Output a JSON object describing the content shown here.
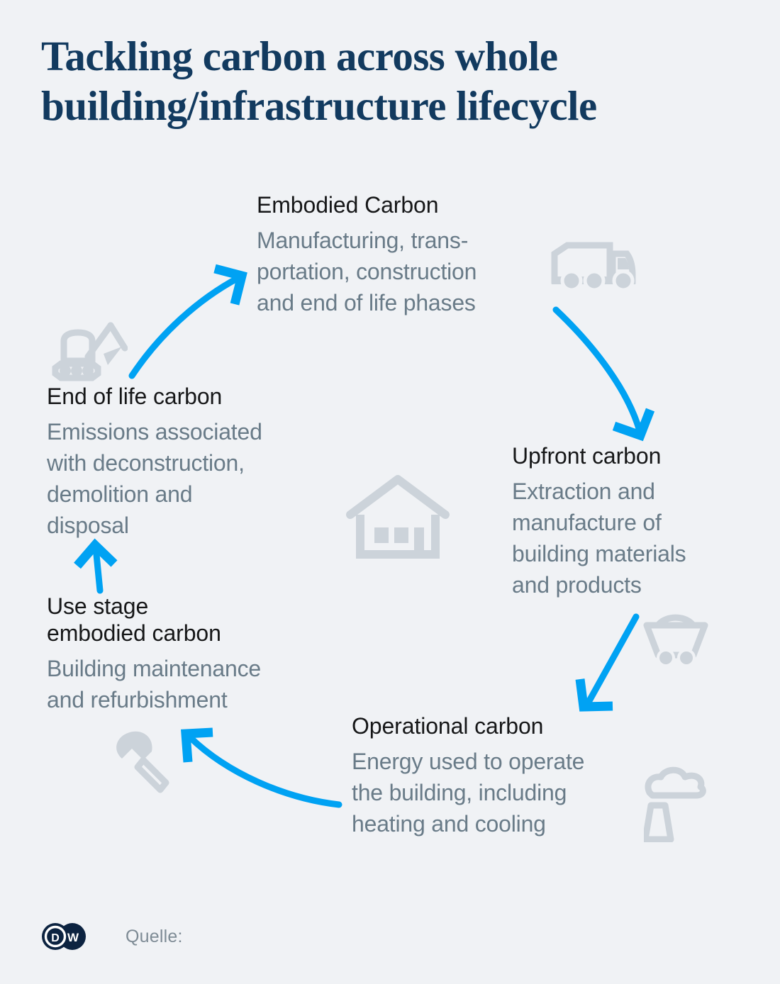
{
  "title": "Tackling carbon across whole\nbuilding/infrastructure lifecycle",
  "colors": {
    "background": "#f0f2f5",
    "title": "#123a5f",
    "heading": "#161718",
    "body_text": "#697b88",
    "arrow_blue": "#00a2f3",
    "icon_gray": "#ccd3da",
    "logo_navy": "#0c2340"
  },
  "nodes": {
    "embodied": {
      "heading": "Embodied Carbon",
      "body": "Manufacturing, trans-\nportation, construction\nand end of life phases",
      "icon": "truck-icon"
    },
    "upfront": {
      "heading": "Upfront carbon",
      "body": "Extraction and\nmanufacture of\nbuilding materials\nand products",
      "icon": "mining-cart-icon"
    },
    "operational": {
      "heading": "Operational carbon",
      "body": "Energy used to operate\nthe building, including\nheating and cooling",
      "icon": "factory-smokestack-icon"
    },
    "use_stage": {
      "heading": "Use stage\nembodied carbon",
      "body": "Building maintenance\nand refurbishment",
      "icon": "wrench-icon"
    },
    "end_of_life": {
      "heading": "End of life carbon",
      "body": "Emissions associated\nwith deconstruction,\ndemolition and\ndisposal",
      "icon": "excavator-icon"
    }
  },
  "center_icon": "house-icon",
  "arrows": [
    {
      "name": "arrow-endoflife-to-embodied",
      "direction": "up-right"
    },
    {
      "name": "arrow-embodied-to-upfront",
      "direction": "down-right"
    },
    {
      "name": "arrow-upfront-to-operational",
      "direction": "down-left"
    },
    {
      "name": "arrow-operational-to-usestage",
      "direction": "left-up"
    },
    {
      "name": "arrow-usestage-to-endoflife",
      "direction": "up"
    }
  ],
  "footer": {
    "logo": "dw-logo",
    "source_label": "Quelle:"
  }
}
